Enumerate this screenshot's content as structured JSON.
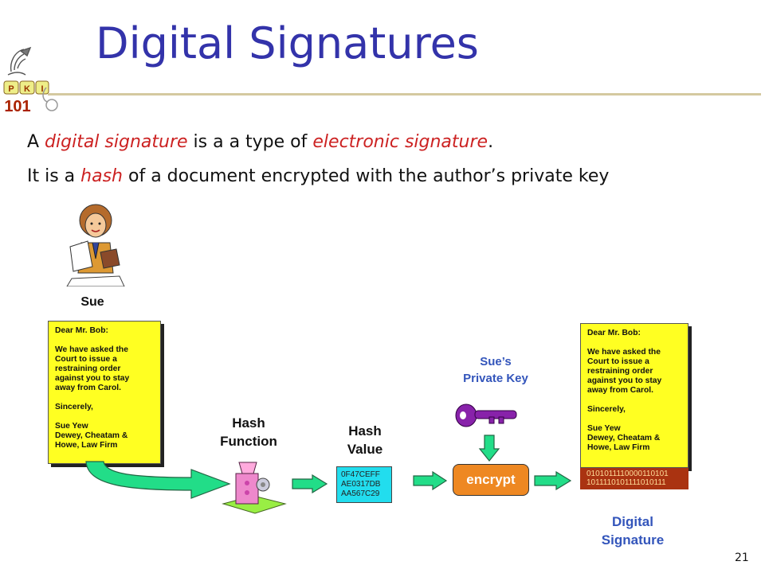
{
  "slide": {
    "title": "Digital Signatures",
    "logo_text": {
      "letters": [
        "P",
        "K",
        "I"
      ],
      "number": "101"
    },
    "page_number": "21"
  },
  "bullets": [
    {
      "parts": [
        "A ",
        "digital signature",
        " is a a type of ",
        "electronic signature",
        "."
      ]
    },
    {
      "parts": [
        "It is a ",
        "hash",
        " of a document encrypted  with the author’s private key"
      ]
    }
  ],
  "diagram": {
    "sender_label": "Sue",
    "letter": {
      "lines": [
        "Dear Mr. Bob:",
        "",
        "We have asked the\nCourt to  issue a\nrestraining order\nagainst you to stay\naway  from Carol.",
        "",
        " Sincerely,",
        "",
        " Sue Yew\n Dewey, Cheatam &\n Howe,  Law Firm"
      ]
    },
    "hash_function_label": "Hash\nFunction",
    "hash_value_label": "Hash\nValue",
    "hash_value": "0F47CEFF\nAE0317DB\nAA567C29",
    "private_key_label": "Sue’s\nPrivate Key",
    "encrypt_label": "encrypt",
    "signature_bits": "0101011110000110101\n1011110101111010111",
    "digital_signature_label": "Digital\nSignature"
  },
  "colors": {
    "title": "#3333aa",
    "highlight": "#cc2222",
    "letter_bg": "#ffff22",
    "hash_bg": "#22ddee",
    "arrow_fill": "#22dd88",
    "encrypt_bg": "#ee8822",
    "signature_bg": "#aa3311",
    "key": "#8822aa"
  }
}
